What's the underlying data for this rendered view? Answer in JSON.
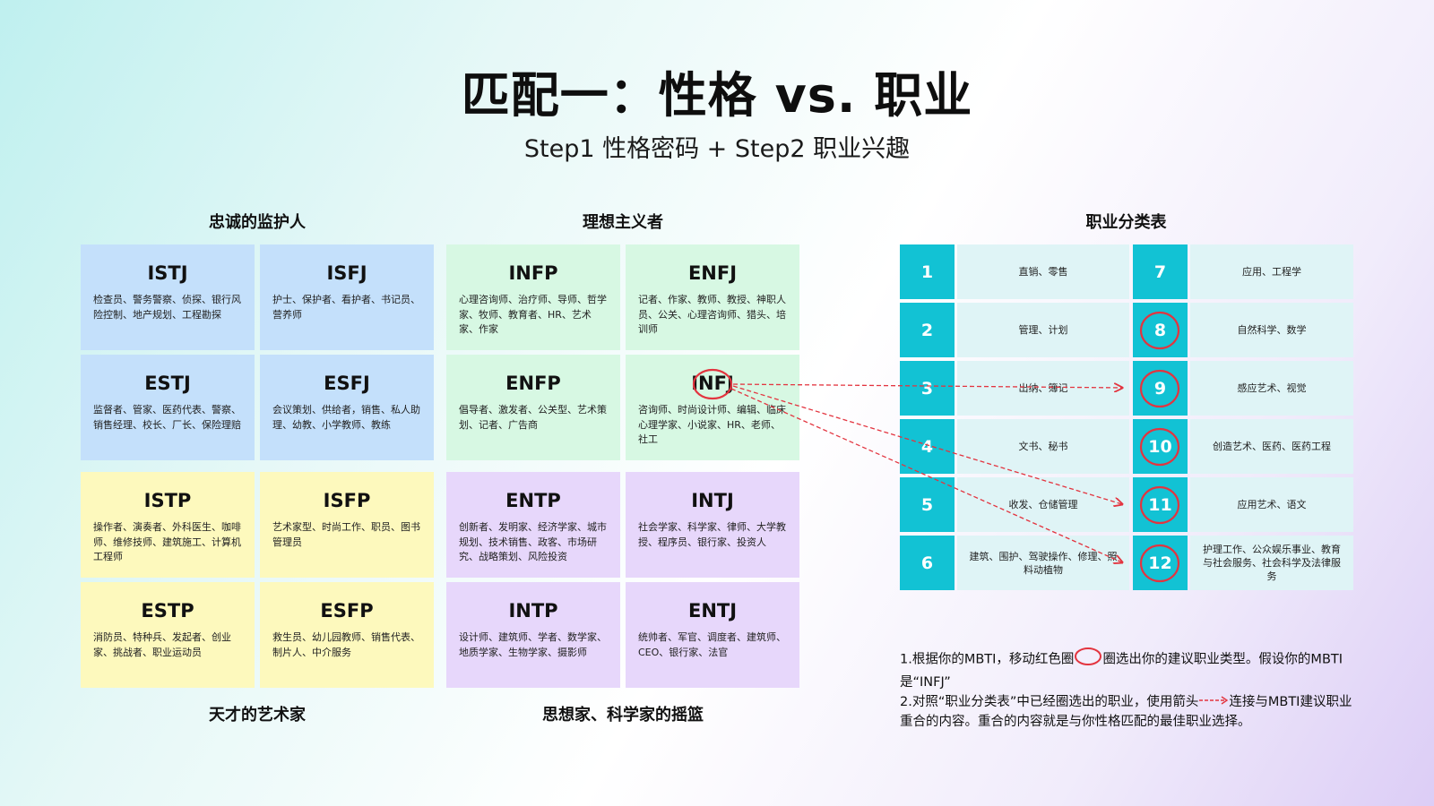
{
  "title": "匹配一：性格 vs. 职业",
  "subtitle": "Step1 性格密码 + Step2 职业兴趣",
  "groups": {
    "guardian": "忠诚的监护人",
    "idealist": "理想主义者",
    "artist": "天才的艺术家",
    "thinker": "思想家、科学家的摇篮",
    "table": "职业分类表"
  },
  "cards": [
    {
      "code": "ISTJ",
      "jobs": "检查员、警务警察、侦探、银行风险控制、地产规划、工程勘探"
    },
    {
      "code": "ISFJ",
      "jobs": "护士、保护者、看护者、书记员、营养师"
    },
    {
      "code": "ESTJ",
      "jobs": "监督者、管家、医药代表、警察、销售经理、校长、厂长、保险理赔"
    },
    {
      "code": "ESFJ",
      "jobs": "会议策划、供给者，销售、私人助理、幼教、小学教师、教练"
    },
    {
      "code": "INFP",
      "jobs": "心理咨询师、治疗师、导师、哲学家、牧师、教育者、HR、艺术家、作家"
    },
    {
      "code": "ENFJ",
      "jobs": "记者、作家、教师、教授、神职人员、公关、心理咨询师、猎头、培训师"
    },
    {
      "code": "ENFP",
      "jobs": "倡导者、激发者、公关型、艺术策划、记者、广告商"
    },
    {
      "code": "INFJ",
      "jobs": "咨询师、时尚设计师、编辑、临床心理学家、小说家、HR、老师、社工"
    },
    {
      "code": "ISTP",
      "jobs": "操作者、演奏者、外科医生、咖啡师、维修技师、建筑施工、计算机工程师"
    },
    {
      "code": "ISFP",
      "jobs": "艺术家型、时尚工作、职员、图书管理员"
    },
    {
      "code": "ESTP",
      "jobs": "消防员、特种兵、发起者、创业家、挑战者、职业运动员"
    },
    {
      "code": "ESFP",
      "jobs": "救生员、幼儿园教师、销售代表、制片人、中介服务"
    },
    {
      "code": "ENTP",
      "jobs": "创新者、发明家、经济学家、城市规划、技术销售、政客、市场研究、战略策划、风险投资"
    },
    {
      "code": "INTJ",
      "jobs": "社会学家、科学家、律师、大学教授、程序员、银行家、投资人"
    },
    {
      "code": "INTP",
      "jobs": "设计师、建筑师、学者、数学家、地质学家、生物学家、摄影师"
    },
    {
      "code": "ENTJ",
      "jobs": "统帅者、军官、调度者、建筑师、CEO、银行家、法官"
    }
  ],
  "career_table": [
    {
      "num": "1",
      "desc": "直销、零售",
      "num2": "7",
      "desc2": "应用、工程学"
    },
    {
      "num": "2",
      "desc": "管理、计划",
      "num2": "8",
      "desc2": "自然科学、数学"
    },
    {
      "num": "3",
      "desc": "出纳、簿记",
      "num2": "9",
      "desc2": "感应艺术、视觉"
    },
    {
      "num": "4",
      "desc": "文书、秘书",
      "num2": "10",
      "desc2": "创造艺术、医药、医药工程"
    },
    {
      "num": "5",
      "desc": "收发、仓储管理",
      "num2": "11",
      "desc2": "应用艺术、语文"
    },
    {
      "num": "6",
      "desc": "建筑、围护、驾驶操作、修理、照料动植物",
      "num2": "12",
      "desc2": "护理工作、公众娱乐事业、教育与社会服务、社会科学及法律服务"
    }
  ],
  "instructions": {
    "line1a": "1.根据你的MBTI，移动红色圈",
    "line1b": "圈选出你的建议职业类型。假设你的MBTI是“INFJ”",
    "line2a": "2.对照“职业分类表”中已经圈选出的职业，使用箭头",
    "line2b": "连接与MBTI建议职业重合的内容。重合的内容就是与你性格匹配的最佳职业选择。"
  },
  "colors": {
    "accent": "#12c2d4",
    "annotation_red": "#e3343f",
    "guardian": "#c4e0fb",
    "idealist": "#d7f8e3",
    "artist": "#fdf9bd",
    "thinker": "#e7d7fb"
  }
}
